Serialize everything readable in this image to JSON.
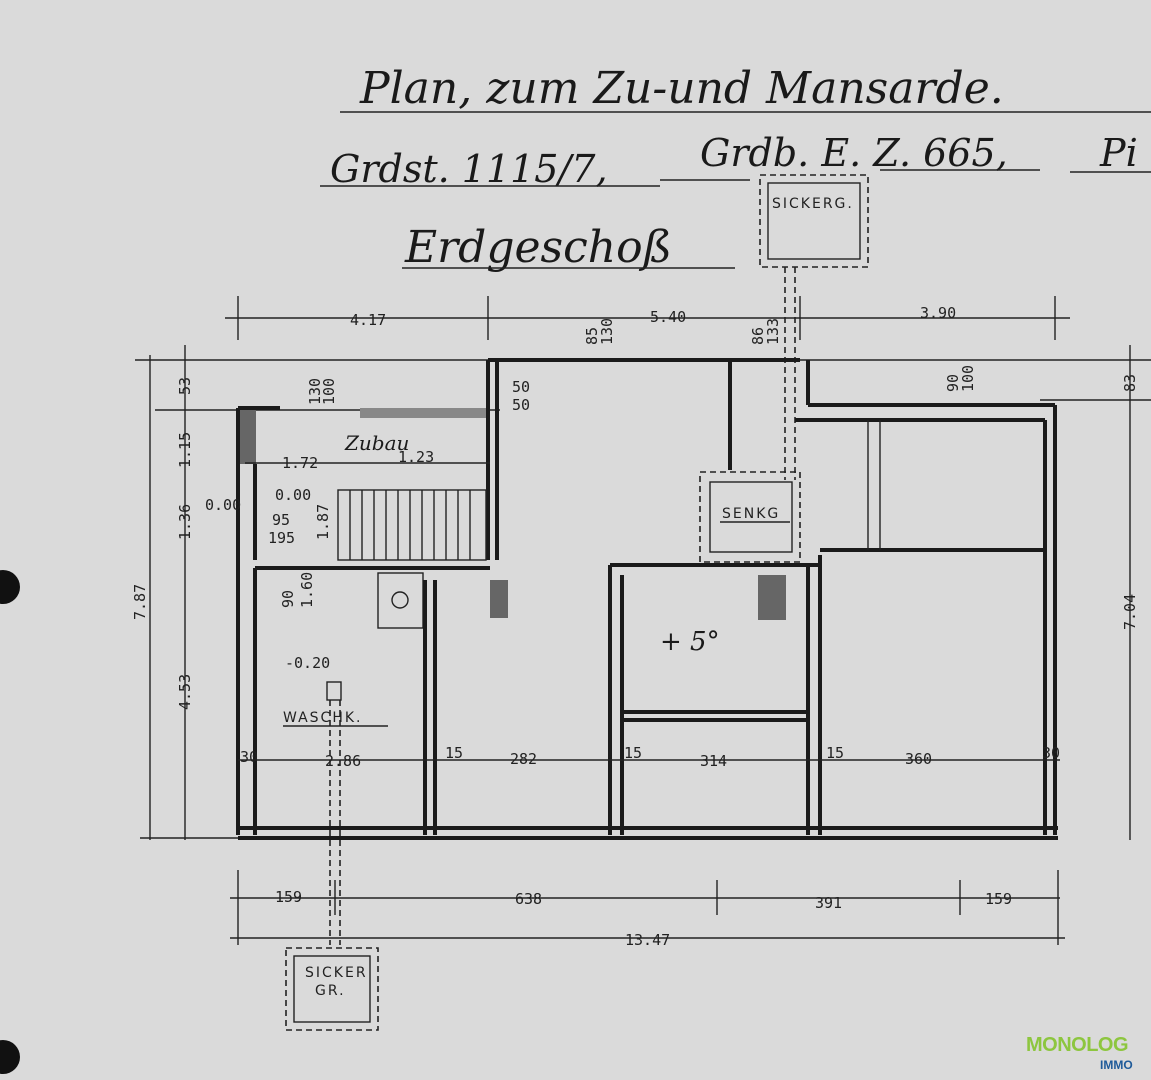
{
  "title_line1": "Plan, zum Zu-und Mansarde.",
  "title_line2_parts": [
    "Grdst. 1115/7,",
    "Grdb. E. Z. 665,",
    "Pi"
  ],
  "floor_name": "Erdgeschoß",
  "rooms": {
    "sickergrube_top": "SICKERG.",
    "zubau": "Zubau",
    "senkg": "SENKG",
    "waschk": "WASCHK.",
    "sicker_gr_line1": "SICKER",
    "sicker_gr_line2": "GR."
  },
  "levels": {
    "waschk_level": "-0.20",
    "main_level": "+ 5°"
  },
  "dims_top": [
    "4.17",
    "5.40",
    "3.90"
  ],
  "dims_top_small": [
    "85",
    "130",
    "86",
    "133",
    "130",
    "100",
    "50",
    "50",
    "90",
    "100"
  ],
  "dims_left": [
    "53",
    "1.15",
    "1.36",
    "7.87",
    "4.53"
  ],
  "dims_right": [
    "83",
    "7.04"
  ],
  "dims_interior": [
    "1.72",
    "1.23",
    "0.00",
    "0.00",
    "95",
    "195",
    "1.87",
    "90",
    "1.60"
  ],
  "dims_row": [
    "30",
    "2.86",
    "15",
    "282",
    "15",
    "314",
    "15",
    "360",
    "30"
  ],
  "dims_bottom1": [
    "159",
    "638",
    "391",
    "159"
  ],
  "dims_bottom_total": "13.47",
  "logo": {
    "top": "MONOLOG",
    "bottom": "IMMO"
  }
}
